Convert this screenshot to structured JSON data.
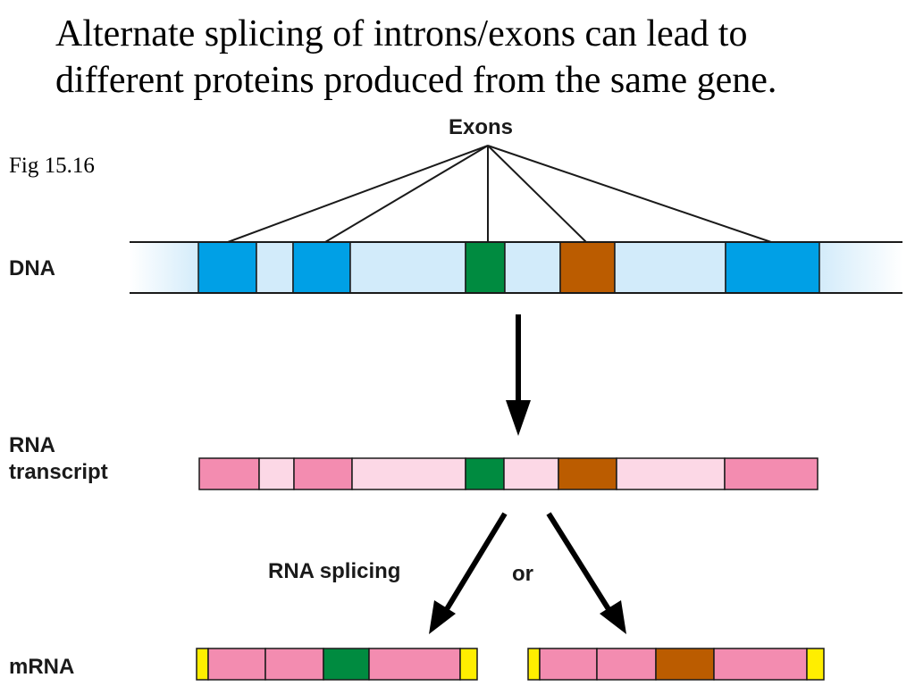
{
  "title": {
    "line1": "Alternate splicing of introns/exons can lead to",
    "line2": "different proteins produced from the same gene."
  },
  "figure_ref": "Fig 15.16",
  "labels": {
    "exons": "Exons",
    "dna": "DNA",
    "rna_transcript_line1": "RNA",
    "rna_transcript_line2": "transcript",
    "rna_splicing": "RNA splicing",
    "or": "or",
    "mrna": "mRNA"
  },
  "colors": {
    "exon_blue": "#00a0e6",
    "intron_dna": "#d2ebfa",
    "exon_green": "#008b40",
    "exon_brown": "#bb5c00",
    "exon_pink": "#f38cb0",
    "intron_rna": "#fcd8e6",
    "cap_yellow": "#ffee00",
    "outline": "#1a1a1a"
  }
}
